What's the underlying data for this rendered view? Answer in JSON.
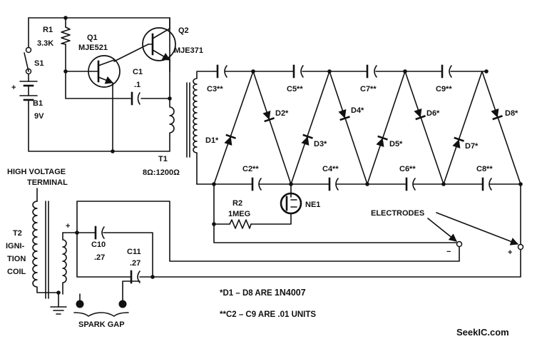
{
  "components": {
    "r1": {
      "ref": "R1",
      "value": "3.3K"
    },
    "q1": {
      "ref": "Q1",
      "part": "MJE521"
    },
    "q2": {
      "ref": "Q2",
      "part": "MJE371"
    },
    "s1": {
      "ref": "S1"
    },
    "b1": {
      "ref": "B1",
      "value": "9V",
      "polarity": "+"
    },
    "c1": {
      "ref": "C1",
      "value": ".1"
    },
    "t1": {
      "ref": "T1",
      "ratio": "8Ω:1200Ω"
    },
    "r2": {
      "ref": "R2",
      "value": "1MEG"
    },
    "ne1": {
      "ref": "NE1"
    },
    "t2": {
      "ref_lines": [
        "T2",
        "IGNI-",
        "TION",
        "COIL"
      ],
      "polarity": "+"
    },
    "c10": {
      "ref": "C10",
      "value": ".27"
    },
    "c11": {
      "ref": "C11",
      "value": ".27"
    }
  },
  "multiplier": {
    "top_caps": [
      "C3**",
      "C5**",
      "C7**",
      "C9**"
    ],
    "bottom_caps": [
      "C2**",
      "C4**",
      "C6**",
      "C8**"
    ],
    "diodes": [
      "D1*",
      "D2*",
      "D3*",
      "D4*",
      "D5*",
      "D6*",
      "D7*",
      "D8*"
    ]
  },
  "labels": {
    "hv_terminal_line1": "HIGH VOLTAGE",
    "hv_terminal_line2": "TERMINAL",
    "electrodes": "ELECTRODES",
    "electrode_minus": "−",
    "electrode_plus": "+",
    "spark_gap": "SPARK GAP"
  },
  "notes": {
    "diode_note_prefix": "*D1 – D8 ARE ",
    "diode_note_part": "1N4007",
    "cap_note": "**C2 – C9 ARE .01 UNITS"
  },
  "watermark": "SeekIC.com"
}
